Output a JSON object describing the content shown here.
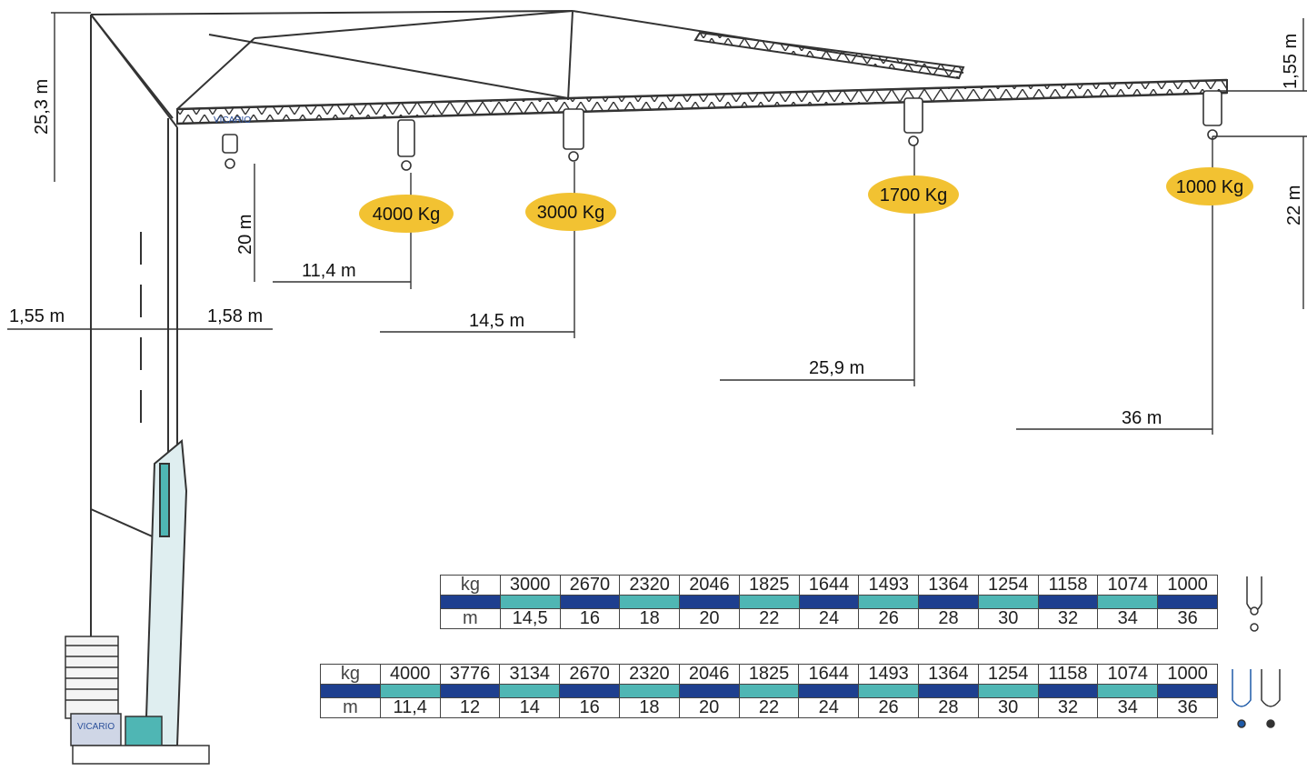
{
  "brand": "VICARIO",
  "dimensions": {
    "height_total": "25,3 m",
    "tip_offset": "1,55 m",
    "hook_height": "22 m",
    "hook_drop": "20 m",
    "rear_offset": "1,55 m",
    "mast_offset": "1,58 m",
    "radius_1": "11,4 m",
    "radius_2": "14,5 m",
    "radius_3": "25,9 m",
    "radius_4": "36 m"
  },
  "loads": [
    "4000 Kg",
    "3000 Kg",
    "1700 Kg",
    "1000 Kg"
  ],
  "colors": {
    "dark_band": "#1e3f8f",
    "teal_band": "#4fb6b4",
    "load_ellipse": "#f2c232",
    "frame": "#333333"
  },
  "tables": [
    {
      "kg_label": "kg",
      "m_label": "m",
      "kg": [
        "3000",
        "2670",
        "2320",
        "2046",
        "1825",
        "1644",
        "1493",
        "1364",
        "1254",
        "1158",
        "1074",
        "1000"
      ],
      "m": [
        "14,5",
        "16",
        "18",
        "20",
        "22",
        "24",
        "26",
        "28",
        "30",
        "32",
        "34",
        "36"
      ],
      "icon": "single-hook-icon"
    },
    {
      "kg_label": "kg",
      "m_label": "m",
      "kg": [
        "4000",
        "3776",
        "3134",
        "2670",
        "2320",
        "2046",
        "1825",
        "1644",
        "1493",
        "1364",
        "1254",
        "1158",
        "1074",
        "1000"
      ],
      "m": [
        "11,4",
        "12",
        "14",
        "16",
        "18",
        "20",
        "22",
        "24",
        "26",
        "28",
        "30",
        "32",
        "34",
        "36"
      ],
      "icon": "double-hook-icon"
    }
  ]
}
